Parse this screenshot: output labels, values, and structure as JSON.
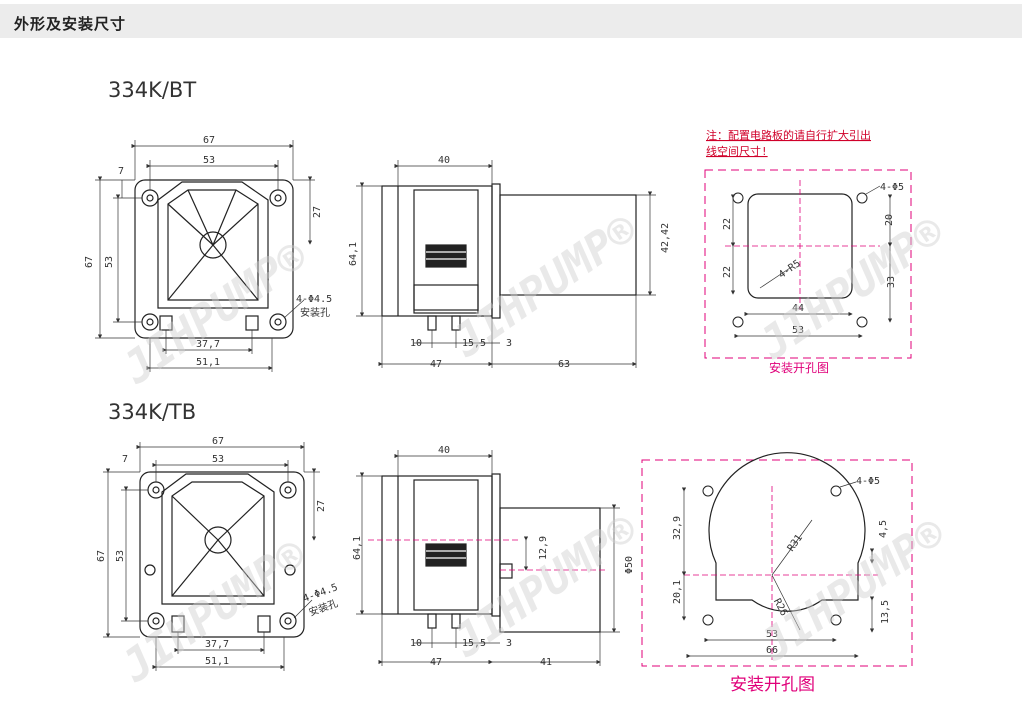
{
  "header": {
    "title": "外形及安装尺寸"
  },
  "models": [
    {
      "name": "334K/BT",
      "front_dims": {
        "width_top": "67",
        "inner_top": "53",
        "top_offset": "7",
        "height": "67",
        "inner_height": "53",
        "right_h": "27",
        "hole_spacing": "37,7",
        "base_width": "51,1",
        "hole_label": "4-Φ4.5",
        "hole_text": "安装孔"
      },
      "side_dims": {
        "top": "40",
        "height": "64,1",
        "motor": "42,42",
        "d1": "10",
        "d2": "15,5",
        "d3": "3",
        "left": "47",
        "right": "63"
      },
      "mount": {
        "note_line1": "注：配置电路板的请自行扩大引出",
        "note_line2": "线空间尺寸!",
        "hole": "4-Φ5",
        "radius": "4-R5",
        "d22a": "22",
        "d22b": "22",
        "d20": "20",
        "d33": "33",
        "d44": "44",
        "d53": "53",
        "caption": "安装开孔图"
      }
    },
    {
      "name": "334K/TB",
      "front_dims": {
        "width_top": "67",
        "inner_top": "53",
        "top_offset": "7",
        "height": "67",
        "inner_height": "53",
        "right_h": "27",
        "hole_spacing": "37,7",
        "base_width": "51,1",
        "hole_label": "4-Φ4.5",
        "hole_text": "安装孔"
      },
      "side_dims": {
        "top": "40",
        "height": "64,1",
        "d129": "12,9",
        "dia": "Φ50",
        "d1": "10",
        "d2": "15,5",
        "d3": "3",
        "left": "47",
        "right": "41"
      },
      "mount": {
        "hole": "4-Φ5",
        "r31": "R31",
        "r26": "R26",
        "d329": "32,9",
        "d201": "20,1",
        "d45": "4,5",
        "d135": "13,5",
        "d53": "53",
        "d66": "66",
        "caption": "安装开孔图"
      }
    }
  ],
  "watermark": "JIHPUMP®",
  "colors": {
    "accent": "#e0007a",
    "note": "#d0002a",
    "line": "#222222",
    "dim": "#333333"
  }
}
